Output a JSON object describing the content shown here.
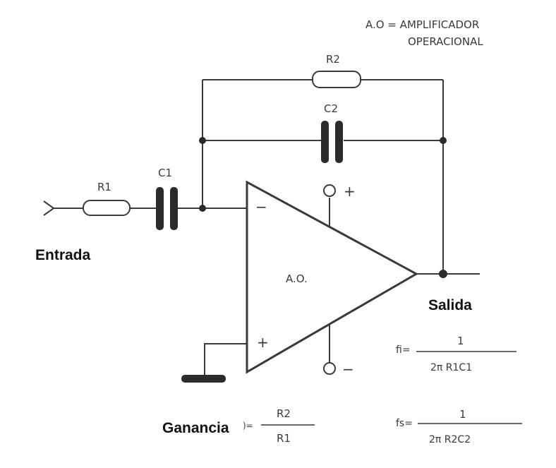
{
  "note": {
    "line1": "A.O = AMPLIFICADOR",
    "line2": "OPERACIONAL"
  },
  "components": {
    "r1": "R1",
    "r2": "R2",
    "c1": "C1",
    "c2": "C2",
    "opamp": "A.O."
  },
  "pins": {
    "inverting": "−",
    "noninverting": "+",
    "supply_pos": "+",
    "supply_neg": "−"
  },
  "labels": {
    "input": "Entrada",
    "output": "Salida",
    "gain": "Ganancia"
  },
  "formulas": {
    "gain": {
      "prefix": ")=",
      "numerator": "R2",
      "denominator": "R1"
    },
    "fi": {
      "name": "fi=",
      "numerator": "1",
      "denominator": "2π R1C1"
    },
    "fs": {
      "name": "fs=",
      "numerator": "1",
      "denominator": "2π R2C2"
    }
  },
  "colors": {
    "ink": "#3a3a3a",
    "heavy": "#2b2b2b",
    "label_text": "#111111"
  }
}
